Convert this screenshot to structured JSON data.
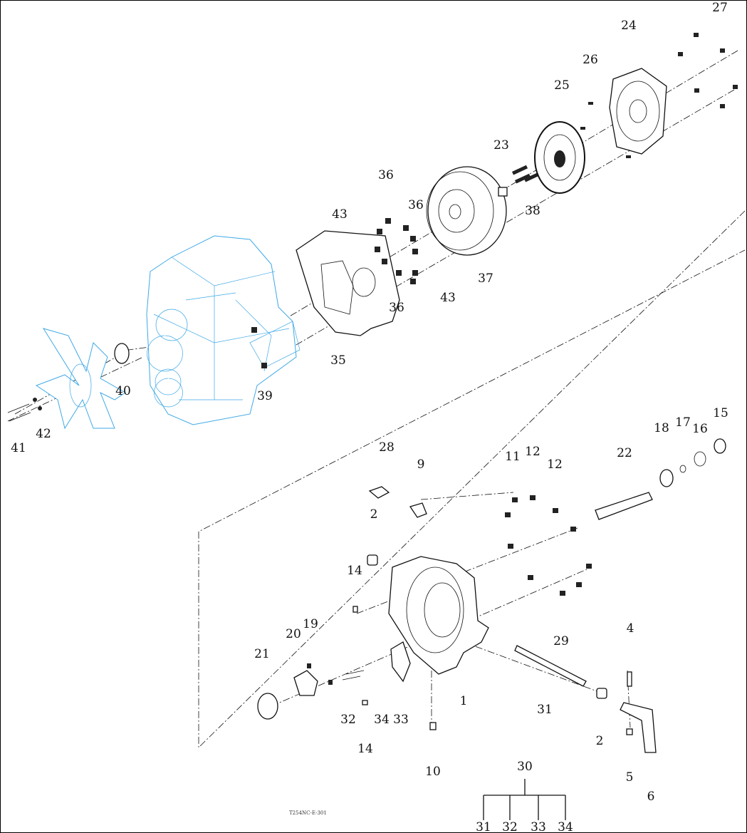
{
  "caption": "T254NC-E-301",
  "callouts": [
    "27",
    "24",
    "26",
    "25",
    "23",
    "36",
    "36",
    "43",
    "38",
    "37",
    "36",
    "43",
    "35",
    "40",
    "39",
    "41",
    "42",
    "28",
    "9",
    "11",
    "12",
    "12",
    "22",
    "18",
    "17",
    "16",
    "15",
    "2",
    "14",
    "29",
    "4",
    "19",
    "20",
    "21",
    "31",
    "1",
    "32",
    "34",
    "33",
    "14",
    "2",
    "10",
    "5",
    "6",
    "30",
    "31",
    "32",
    "33",
    "34"
  ],
  "colors": {
    "engine_line": "#3fa9e6",
    "line": "#111111"
  }
}
